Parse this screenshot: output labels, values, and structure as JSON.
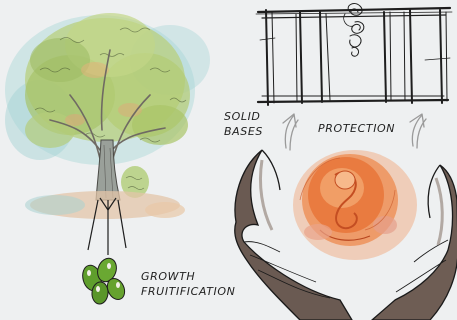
{
  "captions": {
    "solid_bases_line1": "SOLID",
    "solid_bases_line2": "BASES",
    "protection": "PROTECTION",
    "growth": "GROWTH",
    "fruitification": "FRUITIFICATION"
  },
  "colors": {
    "background": "#eef0f1",
    "foliage_green": "#a9c468",
    "foliage_teal": "#8cc7c8",
    "trunk": "#8a8f88",
    "bean_green": "#5f9e2c",
    "embryo_orange": "#e8763a",
    "hand_brown": "#6a5a52",
    "ink": "#1e1e1e"
  },
  "icons": [
    "tree-illustration",
    "seeds-illustration",
    "building-frame-illustration",
    "hands-illustration",
    "embryo-illustration",
    "arrow-up-icon"
  ]
}
